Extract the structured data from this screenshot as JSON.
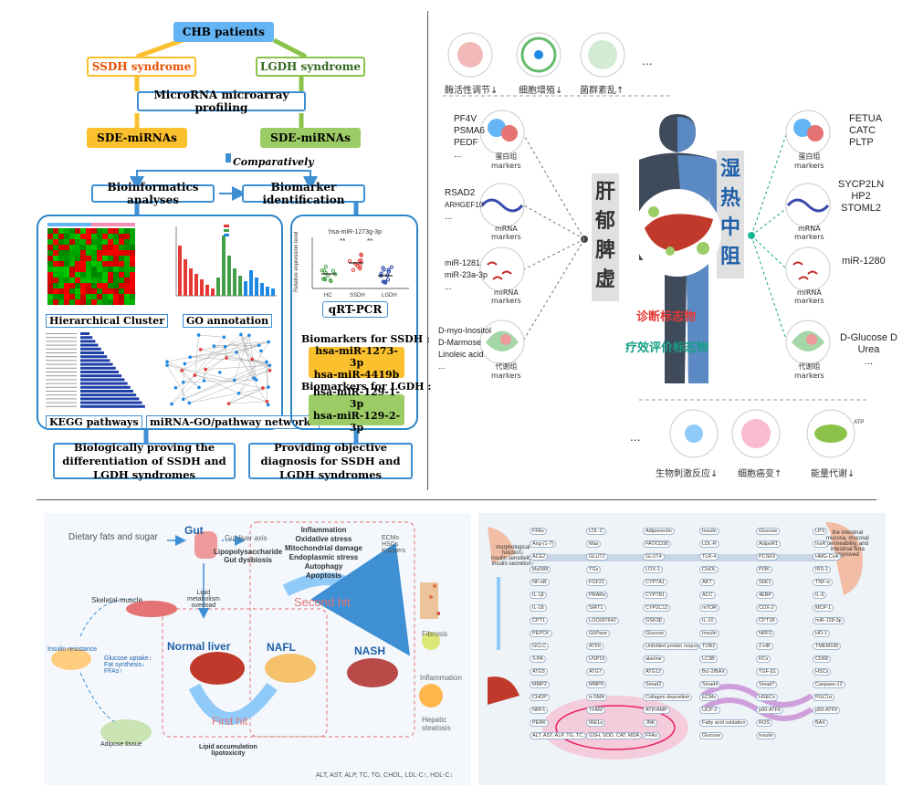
{
  "colors": {
    "accent_blue": "#2b86c9",
    "ssdh_yellow": "#fbc02d",
    "lgdh_green": "#8bc34a",
    "red": "#e53935",
    "teal": "#009688"
  },
  "top_left": {
    "patients": "CHB patients",
    "ssdh": "SSDH syndrome",
    "lgdh": "LGDH syndrome",
    "microarray": "MicroRNA microarray profiling",
    "sde_left": "SDE-miRNAs",
    "sde_right": "SDE-miRNAs",
    "comparatively": "Comparatively",
    "bioinfo": "Bioinformatics analyses",
    "biomarker_id": "Biomarker identification",
    "hier": "Hierarchical Cluster",
    "go": "GO annotation",
    "kegg": "KEGG pathways",
    "network": "miRNA-GO/pathway networks",
    "plot_title": "hsa-miR-1273g-3p",
    "plot_ylabel": "Relative expression level",
    "plot_groups": [
      "HC",
      "SSDH",
      "LGDH"
    ],
    "plot_sig": [
      "**",
      "**"
    ],
    "qrt": "qRT-PCR",
    "bm_ssdh_title": "Biomarkers for SSDH :",
    "bm_ssdh_1": "hsa-miR-1273-3p",
    "bm_ssdh_2": "hsa-miR-4419b",
    "bm_lgdh_title": "Biomarkers for LGDH :",
    "bm_lgdh_1": "hsa-miR-129-1-3p",
    "bm_lgdh_2": "hsa-miR-129-2-3p",
    "bottom_left": "Biologically proving the differentiation of SSDH and LGDH syndromes",
    "bottom_right": "Providing objective diagnosis for SSDH and LGDH syndromes"
  },
  "top_right": {
    "top_labels": [
      "酶活性调节↓",
      "细胞增殖↓",
      "菌群紊乱↑"
    ],
    "ellipsis": "...",
    "left_syndrome": [
      "肝",
      "郁",
      "脾",
      "虚"
    ],
    "right_syndrome": [
      "湿",
      "热",
      "中",
      "阻"
    ],
    "diag": "诊断标志物",
    "efficacy": "疗效评价标志物",
    "left_groups": [
      {
        "names": [
          "PF4V",
          "PSMA6",
          "PEDF",
          "..."
        ],
        "label": "蛋白组\nmarkers"
      },
      {
        "names": [
          "RSAD2",
          "ARHGEF10",
          "..."
        ],
        "label": "mRNA\nmarkers"
      },
      {
        "names": [
          "miR-1281",
          "miR-23a-3p",
          "..."
        ],
        "label": "miRNA\nmarkers"
      },
      {
        "names": [
          "D-myo-Inositol",
          "D-Marmose",
          "Linoleic acid",
          "..."
        ],
        "label": "代谢组\nmarkers"
      }
    ],
    "right_groups": [
      {
        "names": [
          "FETUA",
          "CATC",
          "PLTP"
        ],
        "label": "蛋白组\nmarkers"
      },
      {
        "names": [
          "SYCP2LN",
          "HP2",
          "STOML2"
        ],
        "label": "mRNA\nmarkers"
      },
      {
        "names": [
          "miR-1280"
        ],
        "label": "miRNA\nmarkers"
      },
      {
        "names": [
          "D-Glucose D",
          "Urea",
          "..."
        ],
        "label": "代谢组\nmarkers"
      }
    ],
    "bottom_labels": [
      "生物刺激反应↓",
      "细胞癌变↑",
      "能量代谢↓"
    ],
    "atp": "ATP"
  },
  "bottom_left": {
    "dietary": "Dietary fats and sugar",
    "gut": "Gut",
    "gut_liver": "Gut-liver axis",
    "lps": "Lipopolysaccharide\nGut dysbiosis",
    "hits": "Inflammation\nOxidative stress\nMitochondrial damage\nEndoplasmic stress\nAutophagy\nApoptosis",
    "ecms": "ECMs\nHSCs\nKuppers",
    "skeletal": "Skeletal muscle",
    "lipid_overload": "Lipid\nmetabolism\noverload",
    "second_hit": "Second hit",
    "insulin_res": "Insulin resistance",
    "glucose": "Glucose uptake↓\nFat synthesis↓\nFFAs↑",
    "normal_liver": "Normal liver",
    "nafl": "NAFL",
    "nash": "NASH",
    "fibrosis": "Fibrosis",
    "inflammation": "Inflammation",
    "hepatic": "Hepatic\nsteatosis",
    "adipose": "Adipose tissue",
    "first_hit": "First hit",
    "lipid_acc": "Lipid accumulation\nlipotoxicity",
    "indices": "ALT, AST, ALP, TC, TG, CHOL, LDL-C↑, HDL-C↓"
  },
  "bottom_right": {
    "morph": "morphological\nfunction↓\ninsulin sensitivity↑\ninsulin secretion↑",
    "intestinal": "the intestinal\nmucosa, mucosal\npermeability, and\nintestinal flora\nimproved",
    "nodes": [
      "FFAs",
      "LDL-C",
      "Adiponectin",
      "Insulin",
      "Glucose",
      "LPS",
      "Ang-(1-7)",
      "Mas",
      "FAT/CD36",
      "LDL-R",
      "AdipoR1",
      "InsR",
      "ACE2",
      "GLUT2",
      "GLUT4",
      "TLR-4",
      "PCSK9",
      "HMG-CoA",
      "MyD88",
      "TGs",
      "LOX-1",
      "CHOL",
      "PI3K",
      "IRS-1",
      "NF-κB",
      "FGF21",
      "CYP7A1",
      "AKT",
      "S6K1",
      "TNF-α",
      "IL-1β",
      "PRARα",
      "CYP7B1",
      "ACC",
      "4EBP",
      "IL-6",
      "IL-18",
      "SIRT1",
      "CYP2C12",
      "mTOR",
      "COX-2",
      "MCP-1",
      "CPT1",
      "LOC687642",
      "GSK3β",
      "IL-10",
      "CPT1B",
      "miR-128-3p",
      "PEPCK",
      "G6Pase",
      "Glucose",
      "Insulin",
      "NRF2",
      "HO-1",
      "GCLC",
      "ATF6",
      "Unfolded protein response",
      "TOB2",
      "2-HB",
      "TMEM100",
      "3-PA",
      "USP15",
      "alanine",
      "LC3B",
      "KCs",
      "CD68",
      "ATG5",
      "ATG7",
      "ATG12",
      "Bcl-2/BAX",
      "TGF-β1",
      "HSCs",
      "MMP2",
      "MMP9",
      "Smad2",
      "Smad4",
      "Smad7",
      "Caspase-12",
      "CHOP",
      "α-SMA",
      "Collagen deposition",
      "ECMs",
      "HSECs",
      "PGC1α",
      "NRF1",
      "TFAM",
      "ATP/AMP",
      "UCP-2",
      "p90-ATF6",
      "p50-ATF6",
      "PERK",
      "IRE1α",
      "JNK",
      "Fatty acid oxidation",
      "ROS",
      "BAX",
      "ALT, AST, ALP, TG, TC, LDL-C, HDL-C",
      "GSH, SOD, CAT, MDA",
      "FFAs",
      "Glucose",
      "Insulin"
    ]
  }
}
